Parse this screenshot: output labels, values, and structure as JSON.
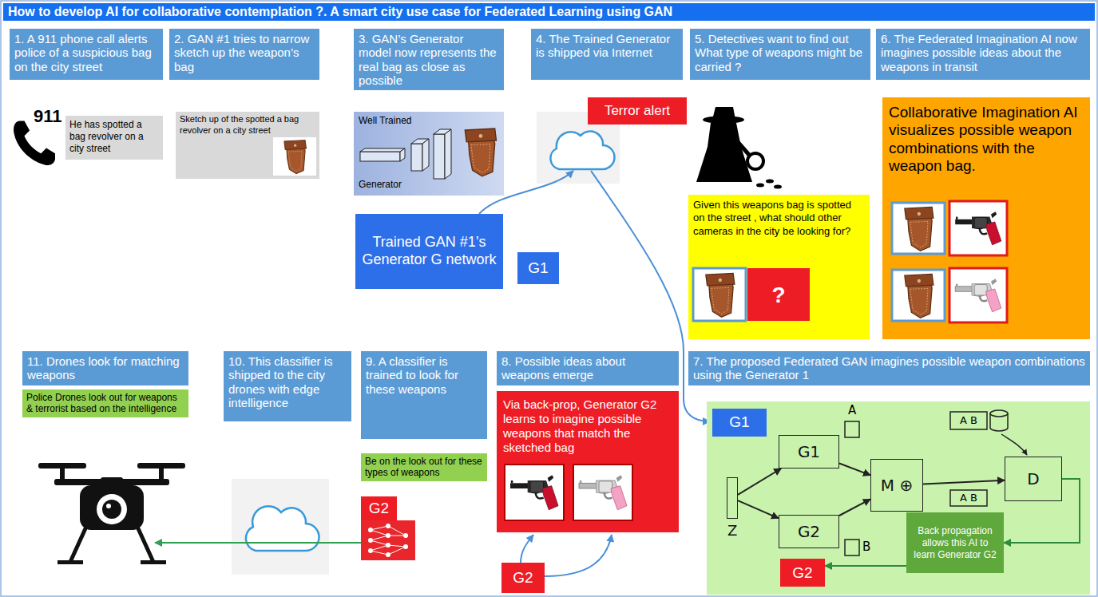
{
  "diagram": {
    "title": "How to develop AI for collaborative contemplation ?. A smart city use case for Federated Learning using GAN",
    "nodes": [
      {
        "text": [
          "1. A 911 phone call alerts police of a suspicious bag on the city street"
        ]
      },
      {
        "text": [
          "2. GAN #1 tries to narrow sketch up the weapon’s bag"
        ]
      },
      {
        "text": [
          "3. GAN’s Generator model now represents the real bag as close as possible"
        ]
      },
      {
        "text": [
          "4. The Trained Generator is shipped via Internet"
        ]
      },
      {
        "text": [
          "5. Detectives want to find out What type of weapons might be carried ?"
        ]
      },
      {
        "text": [
          "6. The Federated Imagination AI now imagines possible ideas about the weapons in transit"
        ]
      },
      {
        "text": [
          "Terror alert"
        ]
      },
      {
        "text": [
          "Collaborative Imagination AI visualizes possible weapon combinations with the weapon bag."
        ]
      },
      {
        "text": [
          "He has spotted a bag revolver on a city street"
        ]
      },
      {
        "text": [
          "Sketch up of the spotted a bag revolver on a city street"
        ]
      },
      {
        "text": [
          "Well Trained",
          "Generator"
        ]
      },
      {
        "text": [
          "Given this weapons bag is spotted on the street , what should other cameras in the city be looking for?"
        ]
      },
      {
        "text": [
          "?"
        ],
        "in": 11
      },
      {
        "text": [
          "Trained GAN #1’s Generator G network"
        ]
      },
      {
        "text": [
          "G1"
        ]
      },
      {
        "text": [
          "11. Drones look for matching weapons"
        ]
      },
      {
        "text": [
          "10. This classifier is shipped to the city drones with edge intelligence"
        ]
      },
      {
        "text": [
          "9. A classifier is trained to look for these weapons"
        ]
      },
      {
        "text": [
          "8. Possible ideas about weapons emerge"
        ]
      },
      {
        "text": [
          "7. The proposed Federated GAN imagines possible weapon combinations using the Generator 1"
        ]
      },
      {
        "text": [
          "Police Drones look out for weapons & terrorist based on the intelligence"
        ]
      },
      {
        "text": [
          "Via back-prop, Generator G2 learns to imagine possible weapons that match the sketched bag"
        ]
      },
      {
        "text": [
          "G1"
        ]
      },
      {
        "text": [
          "Be on the look out for these types of weapons"
        ]
      },
      {
        "text": [
          "G1"
        ]
      },
      {
        "text": [
          "M ⊕"
        ]
      },
      {
        "text": [
          "D"
        ]
      },
      {
        "text": [
          "Z"
        ]
      },
      {
        "text": [
          "G2"
        ]
      },
      {
        "text": [
          "G2"
        ]
      },
      {
        "text": [
          "Back propagation allows this AI to learn Generator G2"
        ]
      },
      {
        "text": [
          "G2"
        ]
      },
      {
        "text": [
          "G2"
        ]
      }
    ],
    "edges": [
      {
        "from": 27,
        "to": 24,
        "arrow": "to"
      },
      {
        "from": 27,
        "to": 28,
        "arrow": "to"
      },
      {
        "from": 24,
        "to": 25,
        "arrow": "to"
      },
      {
        "from": 28,
        "to": 25,
        "arrow": "to"
      },
      {
        "from": 25,
        "to": 26,
        "arrow": "to"
      },
      {
        "from": 26,
        "to": 30,
        "arrow": "to"
      },
      {
        "from": 30,
        "to": 31,
        "arrow": "to"
      }
    ],
    "labels": [
      "911",
      "A",
      "B",
      "A B",
      "A B"
    ]
  }
}
